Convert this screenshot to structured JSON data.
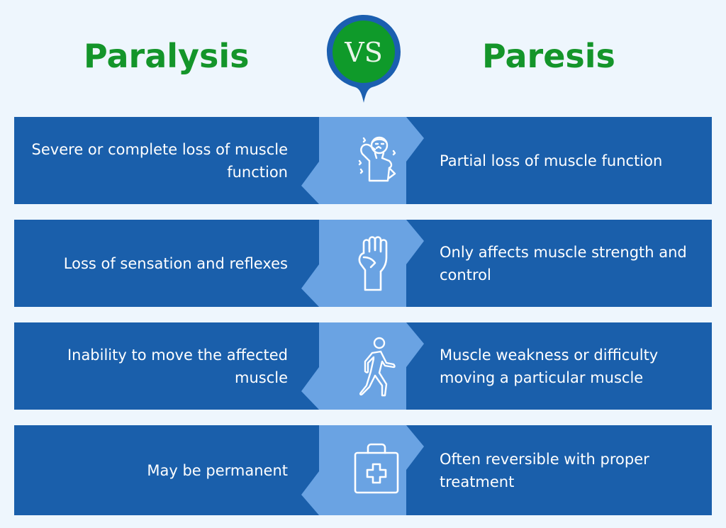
{
  "header": {
    "left_title": "Paralysis",
    "right_title": "Paresis",
    "badge_label": "VS"
  },
  "colors": {
    "background": "#eef6fd",
    "title_green": "#14952a",
    "badge_green": "#0f9a2a",
    "badge_ring": "#1b5fb0",
    "row_blue": "#1a5fab",
    "center_band": "#6aa3e3",
    "text": "#ffffff"
  },
  "rows": [
    {
      "icon": "neck-pain-person-icon",
      "left_text": "Severe or complete loss of muscle function",
      "right_text": "Partial loss of muscle function"
    },
    {
      "icon": "raised-fist-icon",
      "left_text": "Loss of sensation and reflexes",
      "right_text": "Only affects muscle strength and control"
    },
    {
      "icon": "walking-person-icon",
      "left_text": "Inability to move the affected muscle",
      "right_text": "Muscle weakness or difficulty moving a particular muscle"
    },
    {
      "icon": "first-aid-kit-icon",
      "left_text": "May be permanent",
      "right_text": "Often reversible with proper treatment"
    }
  ]
}
